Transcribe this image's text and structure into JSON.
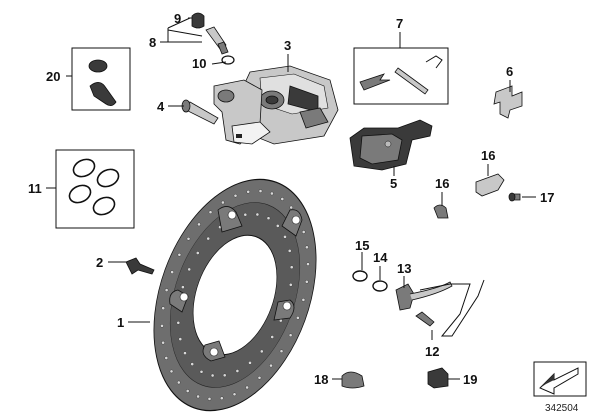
{
  "callouts": {
    "c1": "1",
    "c2": "2",
    "c3": "3",
    "c4": "4",
    "c5": "5",
    "c6": "6",
    "c7": "7",
    "c8": "8",
    "c9": "9",
    "c10": "10",
    "c11": "11",
    "c12": "12",
    "c13": "13",
    "c14": "14",
    "c15": "15",
    "c16a": "16",
    "c16b": "16",
    "c17": "17",
    "c18": "18",
    "c19": "19",
    "c20": "20"
  },
  "reference_number": "342504",
  "colors": {
    "line": "#111111",
    "dark_part": "#3a3a3a",
    "mid_part": "#7a7a7a",
    "light_part": "#c8c8c8"
  }
}
